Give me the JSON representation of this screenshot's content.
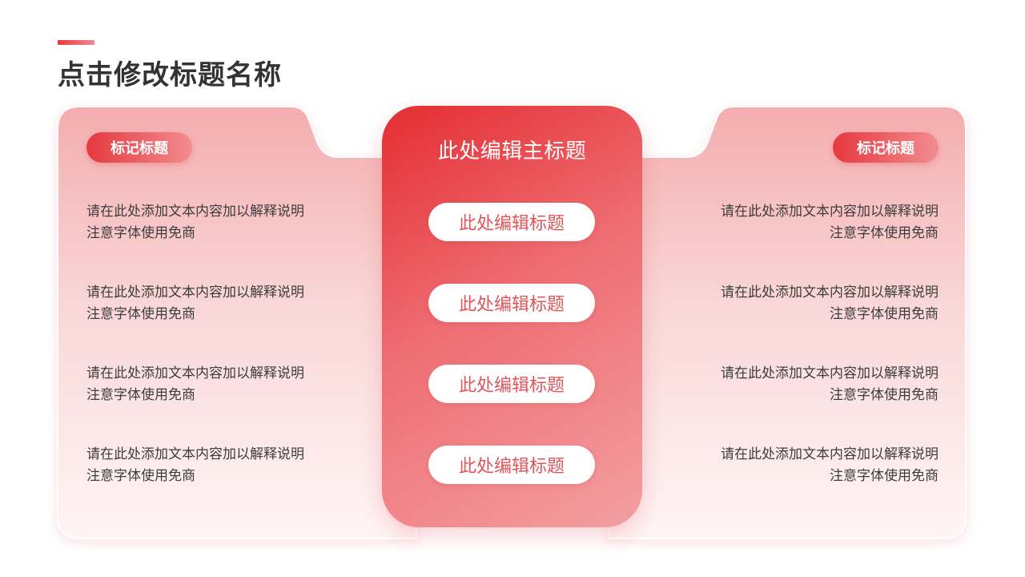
{
  "title": "点击修改标题名称",
  "colors": {
    "accent": "#e5393f",
    "text": "#333333",
    "panel_top": "#f4adae",
    "panel_bottom": "#fff5f5"
  },
  "left": {
    "tag": "标记标题",
    "items": [
      {
        "line1": "请在此处添加文本内容加以解释说明",
        "line2": "注意字体使用免商"
      },
      {
        "line1": "请在此处添加文本内容加以解释说明",
        "line2": "注意字体使用免商"
      },
      {
        "line1": "请在此处添加文本内容加以解释说明",
        "line2": "注意字体使用免商"
      },
      {
        "line1": "请在此处添加文本内容加以解释说明",
        "line2": "注意字体使用免商"
      }
    ]
  },
  "center": {
    "title": "此处编辑主标题",
    "pills": [
      "此处编辑标题",
      "此处编辑标题",
      "此处编辑标题",
      "此处编辑标题"
    ]
  },
  "right": {
    "tag": "标记标题",
    "items": [
      {
        "line1": "请在此处添加文本内容加以解释说明",
        "line2": "注意字体使用免商"
      },
      {
        "line1": "请在此处添加文本内容加以解释说明",
        "line2": "注意字体使用免商"
      },
      {
        "line1": "请在此处添加文本内容加以解释说明",
        "line2": "注意字体使用免商"
      },
      {
        "line1": "请在此处添加文本内容加以解释说明",
        "line2": "注意字体使用免商"
      }
    ]
  }
}
